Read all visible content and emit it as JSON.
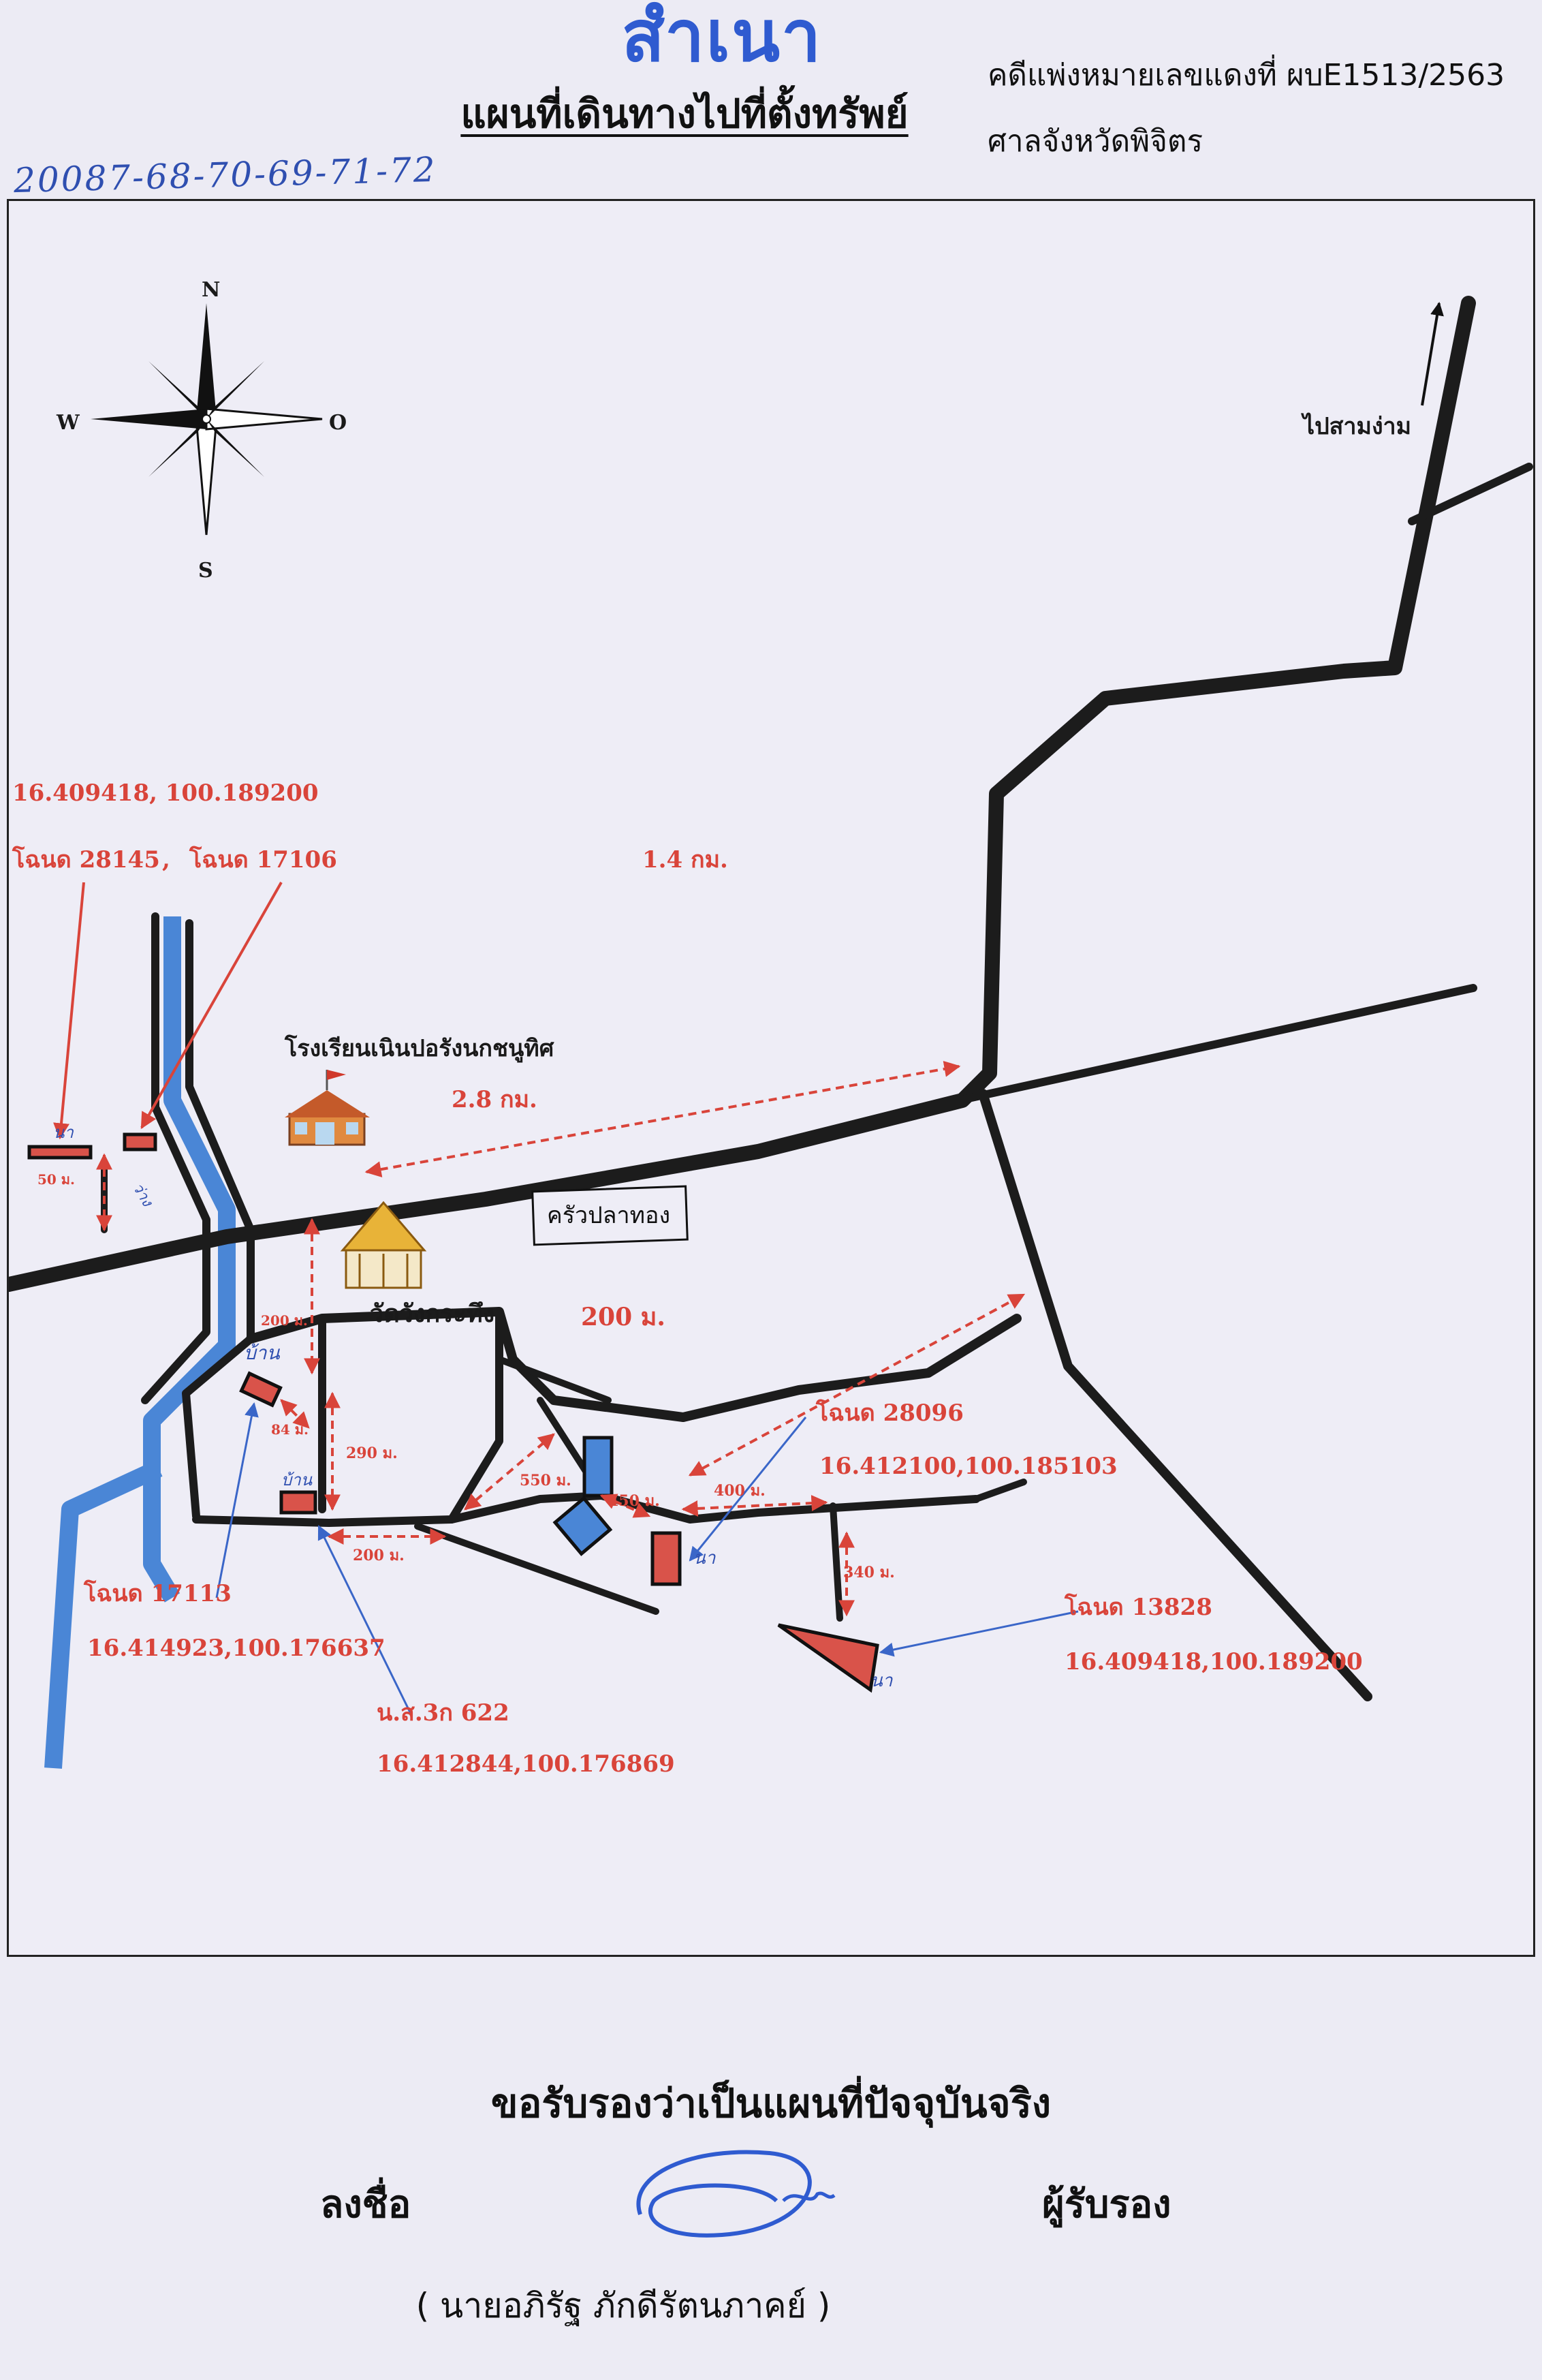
{
  "header": {
    "stamp": "สำเนา",
    "title": "แผนที่เดินทางไปที่ตั้งทรัพย์",
    "case_no": "คดีแพ่งหมายเลขแดงที่ ผบE1513/2563",
    "court": "ศาลจังหวัดพิจิตร",
    "handwritten_ref": "20087-68-70-69-71-72"
  },
  "compass": {
    "north": "N",
    "south": "S",
    "west": "W",
    "east": "O"
  },
  "landmarks": {
    "to_town": "ไปสามง่าม",
    "school": "โรงเรียนเนินปอรังนกชนูทิศ",
    "restaurant": "ครัวปลาทอง",
    "temple": "วัดวังกระทึง"
  },
  "parcels": [
    {
      "id": "p1",
      "label": "โฉนด 28145",
      "coords": "16.409418, 100.189200"
    },
    {
      "id": "p2",
      "label": "โฉนด 17106",
      "coords": ""
    },
    {
      "id": "p3",
      "label": "โฉนด 17113",
      "coords": "16.414923,100.176637"
    },
    {
      "id": "p4",
      "label": "น.ส.3ก 622",
      "coords": "16.412844,100.176869"
    },
    {
      "id": "p5",
      "label": "โฉนด 28096",
      "coords": "16.412100,100.185103"
    },
    {
      "id": "p6",
      "label": "โฉนด 13828",
      "coords": "16.409418,100.189200"
    }
  ],
  "separator": ",",
  "distances": {
    "d_1_4km": "1.4 กม.",
    "d_2_8km": "2.8 กม.",
    "d_200m_center": "200 ม.",
    "d_50m": "50 ม.",
    "d_200m_vert": "200 ม.",
    "d_84m": "84 ม.",
    "d_290m": "290 ม.",
    "d_200m_low": "200 ม.",
    "d_550m": "550 ม.",
    "d_450m": "450 ม.",
    "d_400m": "400 ม.",
    "d_340m": "340 ม."
  },
  "handwritten_marks": {
    "house1": "บ้าน",
    "house2": "บ้าน",
    "field1": "นา",
    "field2": "นา",
    "field3": "นา",
    "field4": "ว่าง",
    "field5": "นา"
  },
  "footer": {
    "certify": "ขอรับรองว่าเป็นแผนที่ปัจจุบันจริง",
    "sign_label": "ลงชื่อ",
    "certifier": "ผู้รับรอง",
    "signer_name": "( นายอภิรัฐ  ภักดีรัตนภาคย์ )"
  },
  "colors": {
    "road": "#1c1c1c",
    "river": "#4a86d6",
    "parcel": "#d9534a",
    "annotation": "#d9443a",
    "pointer_blue": "#3a66c8",
    "stamp": "#2f5bd0"
  }
}
